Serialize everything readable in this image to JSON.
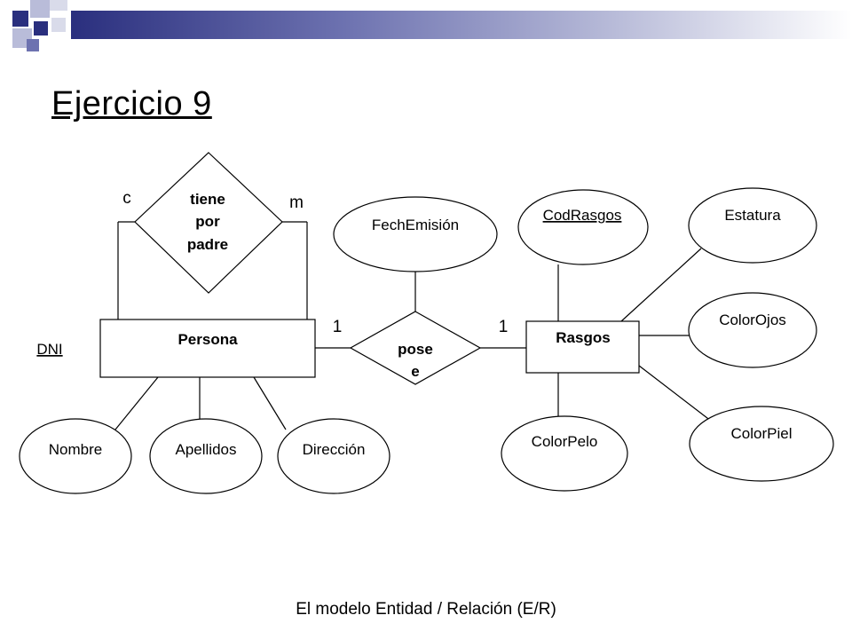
{
  "slide": {
    "title": "Ejercicio 9",
    "footer": "El modelo Entidad / Relación (E/R)"
  },
  "diagram": {
    "entities": {
      "persona": "Persona",
      "rasgos": "Rasgos"
    },
    "relationships": {
      "tiene_por_padre": [
        "tiene",
        "por",
        "padre"
      ],
      "posee": [
        "pose",
        "e"
      ]
    },
    "cardinalities": {
      "c": "c",
      "m": "m",
      "left_one": "1",
      "right_one": "1"
    },
    "attributes": {
      "dni": "DNI",
      "nombre": "Nombre",
      "apellidos": "Apellidos",
      "direccion": "Dirección",
      "fech_emision": "FechEmisión",
      "cod_rasgos": "CodRasgos",
      "estatura": "Estatura",
      "color_ojos": "ColorOjos",
      "color_pelo": "ColorPelo",
      "color_piel": "ColorPiel"
    }
  }
}
